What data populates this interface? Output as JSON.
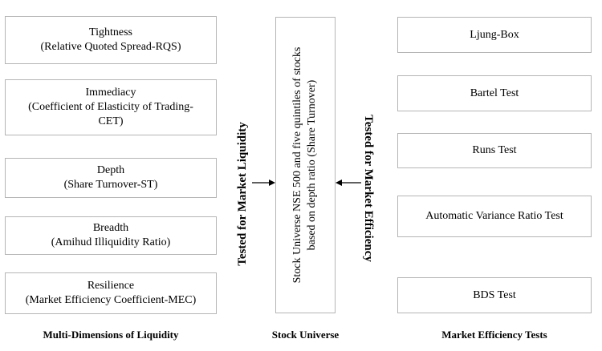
{
  "liquidity_dimensions": [
    {
      "title": "Tightness",
      "detail": "(Relative Quoted Spread-RQS)"
    },
    {
      "title": "Immediacy",
      "detail": "(Coefficient of Elasticity of Trading-",
      "detail2": "CET)"
    },
    {
      "title": "Depth",
      "detail": "(Share Turnover-ST)"
    },
    {
      "title": "Breadth",
      "detail": "(Amihud Illiquidity Ratio)"
    },
    {
      "title": "Resilience",
      "detail": "(Market Efficiency Coefficient-MEC)"
    }
  ],
  "stock_universe": {
    "line1": "Stock Universe NSE 500 and five quintiles of stocks",
    "line2": "based on depth ratio (Share Turnover)"
  },
  "left_connector_label": "Tested for Market Liquidity",
  "right_connector_label": "Tested for Market Efficiency",
  "efficiency_tests": [
    "Ljung-Box",
    "Bartel Test",
    "Runs Test",
    "Automatic Variance Ratio Test",
    "BDS Test"
  ],
  "captions": {
    "left": "Multi-Dimensions of Liquidity",
    "center": "Stock Universe",
    "right": "Market Efficiency Tests"
  }
}
